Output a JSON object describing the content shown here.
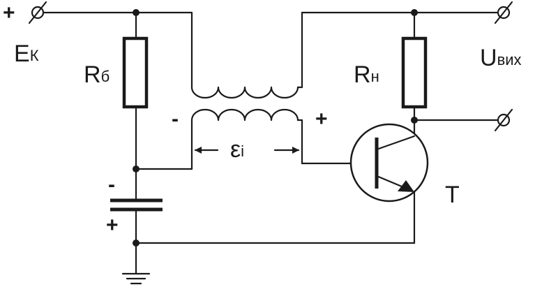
{
  "labels": {
    "supply_symbol": "E",
    "supply_subscript": "К",
    "rb_symbol": "R",
    "rb_subscript": "б",
    "rn_symbol": "R",
    "rn_subscript": "н",
    "out_symbol": "U",
    "out_subscript": "вих",
    "transistor": "T",
    "emf_symbol": "ε",
    "emf_subscript": "i",
    "plus_supply": "+",
    "coil_minus": "-",
    "coil_plus": "+",
    "cap_minus": "-",
    "cap_plus": "+"
  }
}
